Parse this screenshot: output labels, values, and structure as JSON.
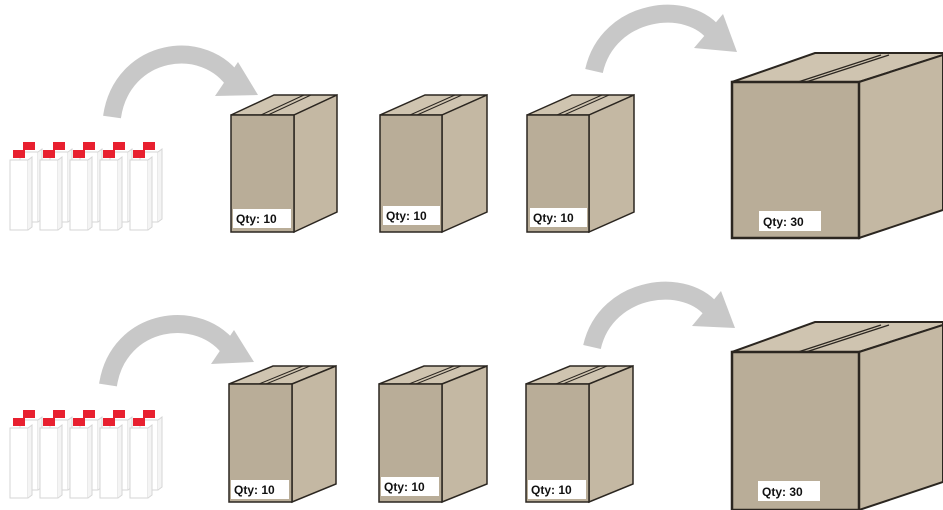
{
  "colors": {
    "box_front": "#b9ad98",
    "box_side": "#c4b8a3",
    "box_top": "#cfc4b0",
    "outline": "#2b2620",
    "arrow": "#c8c8c8",
    "cap": "#e8202f",
    "bottle_outline": "#d6d6d6",
    "label_bg": "#ffffff"
  },
  "rows": [
    {
      "name": "top",
      "bottle_group": {
        "icon": "bottle-group-icon",
        "count": 10
      },
      "boxes": [
        {
          "name": "small-box-1",
          "qty_label": "Qty: 10"
        },
        {
          "name": "small-box-2",
          "qty_label": "Qty: 10"
        },
        {
          "name": "small-box-3",
          "qty_label": "Qty: 10"
        },
        {
          "name": "large-box",
          "qty_label": "Qty: 30"
        }
      ],
      "arrows": [
        "bottles-to-box-arrow",
        "boxes-to-large-box-arrow"
      ]
    },
    {
      "name": "bottom",
      "bottle_group": {
        "icon": "bottle-group-icon",
        "count": 10
      },
      "boxes": [
        {
          "name": "small-box-1",
          "qty_label": "Qty: 10"
        },
        {
          "name": "small-box-2",
          "qty_label": "Qty: 10"
        },
        {
          "name": "small-box-3",
          "qty_label": "Qty: 10"
        },
        {
          "name": "large-box",
          "qty_label": "Qty: 30"
        }
      ],
      "arrows": [
        "bottles-to-box-arrow",
        "boxes-to-large-box-arrow"
      ]
    }
  ]
}
